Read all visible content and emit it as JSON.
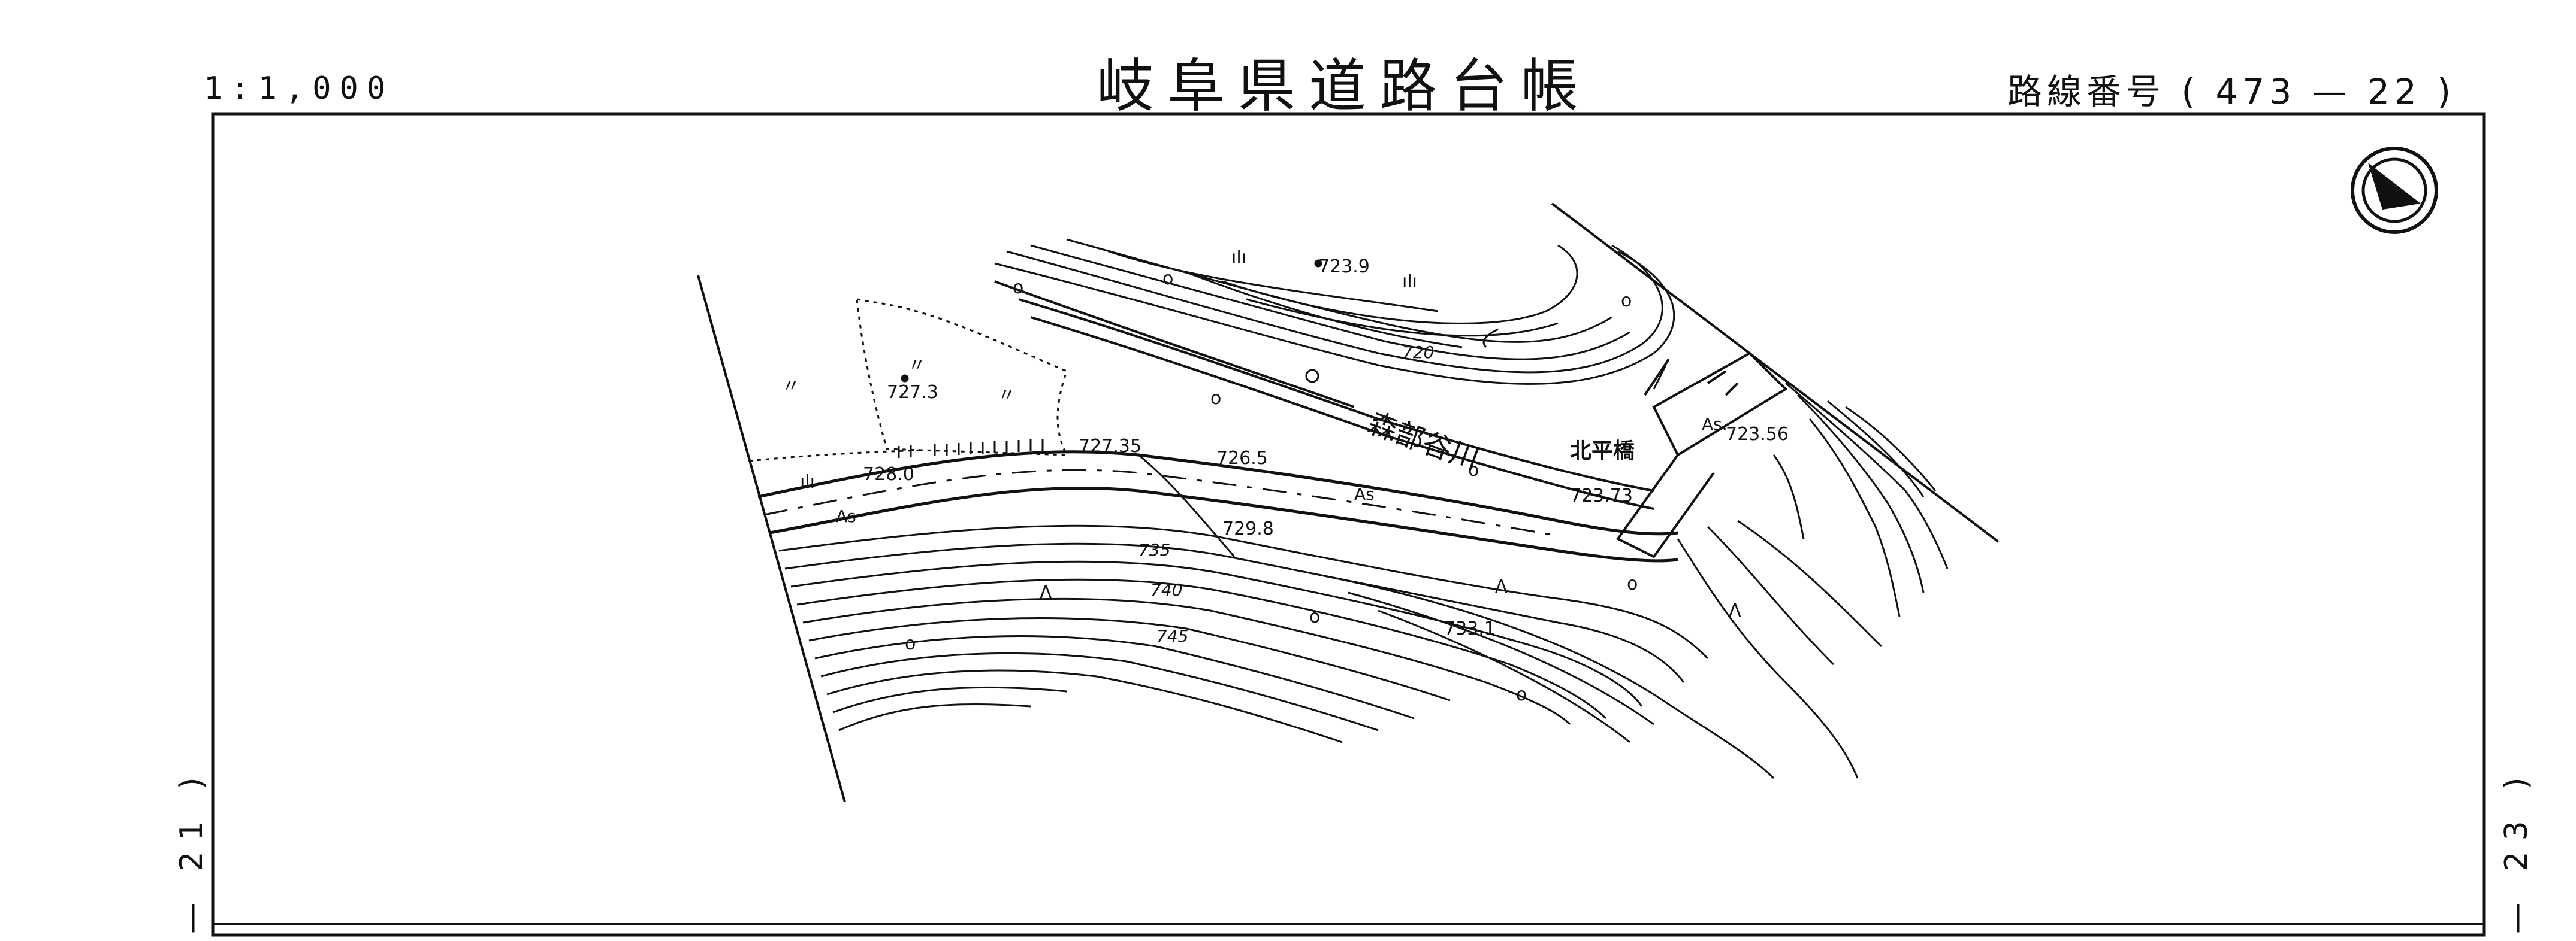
{
  "header": {
    "scale": "1:1,000",
    "title": "岐阜県道路台帳",
    "route_label": "路線番号",
    "route_open": "(",
    "route_number": "473",
    "route_dash": "—",
    "route_section": "22",
    "route_close": ")"
  },
  "side_refs": {
    "left": "— 21 )",
    "right": "— 23 )"
  },
  "map": {
    "north_arrow": "north-arrow-icon",
    "river_name": "森部谷川",
    "bridge_name": "北平橋",
    "elevations": [
      "723.9",
      "727.3",
      "727.35",
      "726.5",
      "728.0",
      "729.8",
      "723.73",
      "723.56",
      "733.1"
    ],
    "contour_labels": [
      "720",
      "735",
      "740",
      "745"
    ],
    "surface_labels": [
      "As",
      "As",
      "As."
    ],
    "symbols": {
      "grass": "〃",
      "crop": "ılı",
      "tree": "o",
      "broadleaf": "Λ"
    },
    "colors": {
      "ink": "#111111",
      "paper": "#ffffff"
    }
  }
}
